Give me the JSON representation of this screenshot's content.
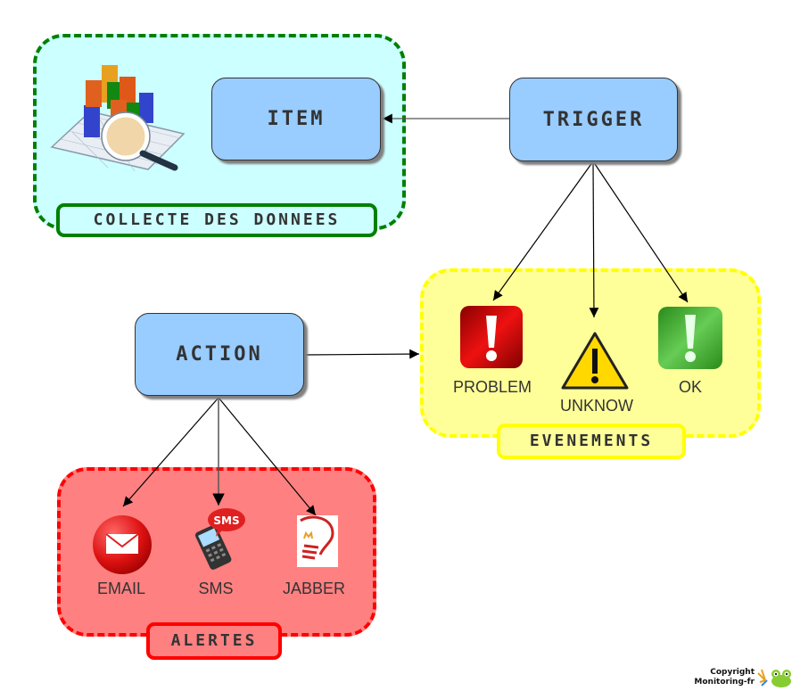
{
  "groups": {
    "collect": {
      "label": "COLLECTE DES DONNEES",
      "border_color": "#008000",
      "fill_color": "#ccffff"
    },
    "events": {
      "label": "EVENEMENTS",
      "border_color": "#ffff00",
      "fill_color": "#ffff99"
    },
    "alerts": {
      "label": "ALERTES",
      "border_color": "#ff0000",
      "fill_color": "#ff8080"
    }
  },
  "nodes": {
    "item": {
      "label": "ITEM"
    },
    "trigger": {
      "label": "TRIGGER"
    },
    "action": {
      "label": "ACTION"
    }
  },
  "events": [
    {
      "label": "PROBLEM",
      "icon": "error-exclamation-icon",
      "color": "#e00000"
    },
    {
      "label": "UNKNOW",
      "icon": "warning-triangle-icon",
      "color": "#ffd700"
    },
    {
      "label": "OK",
      "icon": "ok-exclamation-icon",
      "color": "#44bb33"
    }
  ],
  "alerts": [
    {
      "label": "EMAIL",
      "icon": "email-envelope-icon"
    },
    {
      "label": "SMS",
      "icon": "sms-phone-icon",
      "badge": "SMS"
    },
    {
      "label": "JABBER",
      "icon": "jabber-bulb-icon"
    }
  ],
  "edges": [
    {
      "from": "trigger",
      "to": "item"
    },
    {
      "from": "trigger",
      "to": "PROBLEM"
    },
    {
      "from": "trigger",
      "to": "UNKNOW"
    },
    {
      "from": "trigger",
      "to": "OK"
    },
    {
      "from": "action",
      "to": "events"
    },
    {
      "from": "action",
      "to": "EMAIL"
    },
    {
      "from": "action",
      "to": "SMS"
    },
    {
      "from": "action",
      "to": "JABBER"
    }
  ],
  "footer": {
    "line1": "Copyright",
    "line2": "Monitoring-fr"
  }
}
